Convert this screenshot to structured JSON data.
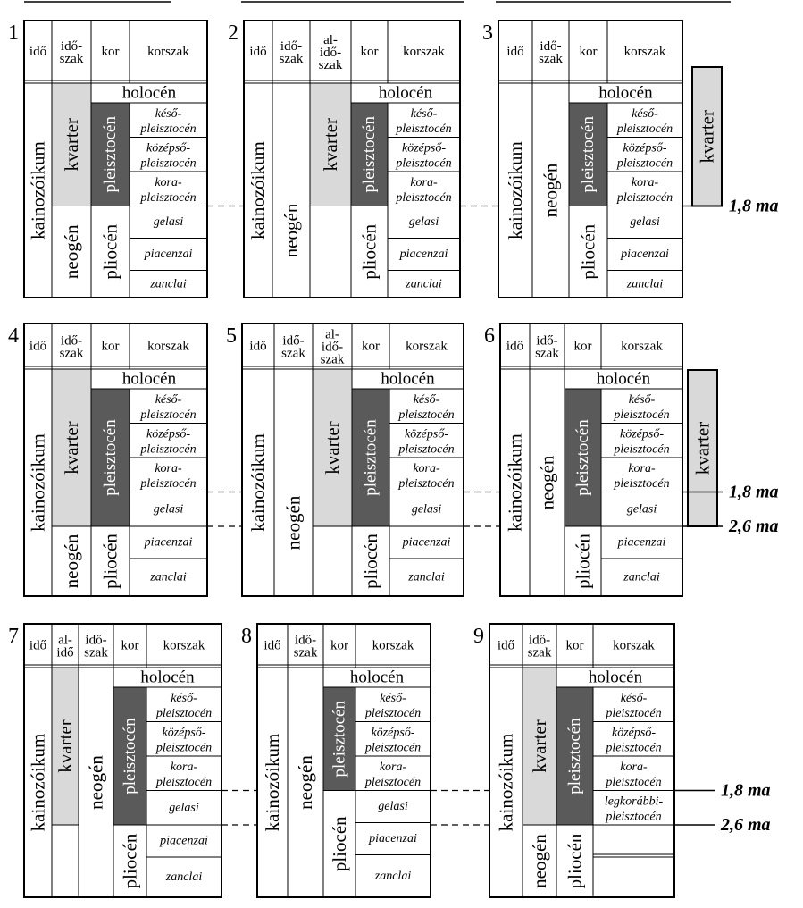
{
  "labels": {
    "ido": "idő",
    "idoszak": "idő-szak",
    "alidoszak": "al-idő-szak",
    "alido": "al-idő",
    "kor": "kor",
    "korszak": "korszak",
    "kainozoikum": "kainozóikum",
    "kvarter": "kvarter",
    "neogen": "neogén",
    "holocen": "holocén",
    "pleisztocen": "pleisztocén",
    "pliocen": "pliocén",
    "keso": "késő-pleisztocén",
    "kozepso": "középső-pleisztocén",
    "kora": "kora-pleisztocén",
    "legkorabbi": "legkorábbi-pleisztocén",
    "gelasi": "gelasi",
    "piacenzai": "piacenzai",
    "zanclai": "zanclai",
    "ma18": "1,8 ma",
    "ma26": "2,6 ma"
  },
  "panels": [
    {
      "number": "1",
      "variant": "A",
      "boundary": "1.8"
    },
    {
      "number": "2",
      "variant": "B",
      "boundary": "1.8"
    },
    {
      "number": "3",
      "variant": "C",
      "boundary": "1.8"
    },
    {
      "number": "4",
      "variant": "A",
      "boundary": "2.6"
    },
    {
      "number": "5",
      "variant": "B",
      "boundary": "2.6"
    },
    {
      "number": "6",
      "variant": "C",
      "boundary": "2.6"
    },
    {
      "number": "7",
      "variant": "D",
      "boundary": "2.6"
    },
    {
      "number": "8",
      "variant": "C",
      "boundary": "1.8"
    },
    {
      "number": "9",
      "variant": "A",
      "boundary": "legk"
    }
  ],
  "colors": {
    "light": "#d9d9d9",
    "dark": "#5a5a5a",
    "line": "#000000"
  }
}
